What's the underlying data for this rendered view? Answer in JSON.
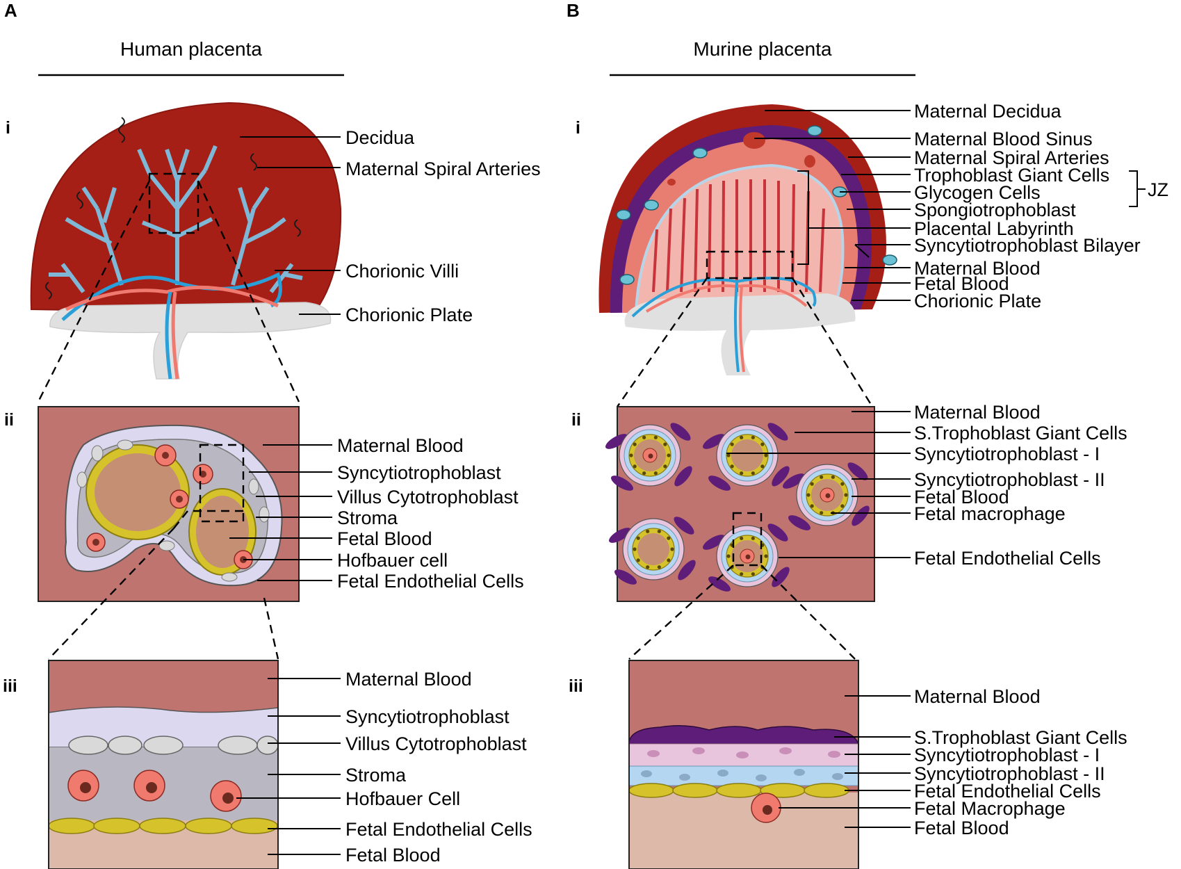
{
  "colors": {
    "maternal_blood": "#c07470",
    "decidua": "#a51f16",
    "villi_blue": "#7fb7d6",
    "syncytio_lavender": "#dcd8f0",
    "stroma_grey": "#b9b7c2",
    "endothelial_yellow": "#d6c32b",
    "hofbauer_pink": "#f07a6d",
    "fetal_blood": "#dcb9a9",
    "giant_cell_purple": "#5e1d78",
    "chorionic_plate": "#e0e0e0"
  },
  "panel_a": {
    "letter": "A",
    "title": "Human placenta",
    "i": {
      "numeral": "i",
      "labels": [
        "Decidua",
        "Maternal Spiral Arteries",
        "Chorionic Villi",
        "Chorionic Plate"
      ]
    },
    "ii": {
      "numeral": "ii",
      "labels": [
        "Maternal Blood",
        "Syncytiotrophoblast",
        "Villus Cytotrophoblast",
        "Stroma",
        "Fetal Blood",
        "Hofbauer cell",
        "Fetal Endothelial Cells"
      ]
    },
    "iii": {
      "numeral": "iii",
      "labels": [
        "Maternal Blood",
        "Syncytiotrophoblast",
        "Villus Cytotrophoblast",
        "Stroma",
        "Hofbauer Cell",
        "Fetal Endothelial Cells",
        "Fetal Blood"
      ]
    }
  },
  "panel_b": {
    "letter": "B",
    "title": "Murine placenta",
    "i": {
      "numeral": "i",
      "labels": [
        "Maternal Decidua",
        "Maternal Blood Sinus",
        "Maternal Spiral Arteries",
        "Trophoblast Giant Cells",
        "Glycogen Cells",
        "Spongiotrophoblast",
        "Placental Labyrinth",
        "Syncytiotrophoblast Bilayer",
        "Maternal Blood",
        "Fetal Blood",
        "Chorionic Plate"
      ],
      "bracket_label": "JZ"
    },
    "ii": {
      "numeral": "ii",
      "labels": [
        "Maternal Blood",
        "S.Trophoblast Giant Cells",
        "Syncytiotrophoblast - I",
        "Syncytiotrophoblast - II",
        "Fetal Blood",
        "Fetal macrophage",
        "Fetal Endothelial Cells"
      ]
    },
    "iii": {
      "numeral": "iii",
      "labels": [
        "Maternal Blood",
        "S.Trophoblast Giant Cells",
        "Syncytiotrophoblast - I",
        "Syncytiotrophoblast - II",
        "Fetal Endothelial Cells",
        "Fetal Macrophage",
        "Fetal Blood"
      ]
    }
  }
}
